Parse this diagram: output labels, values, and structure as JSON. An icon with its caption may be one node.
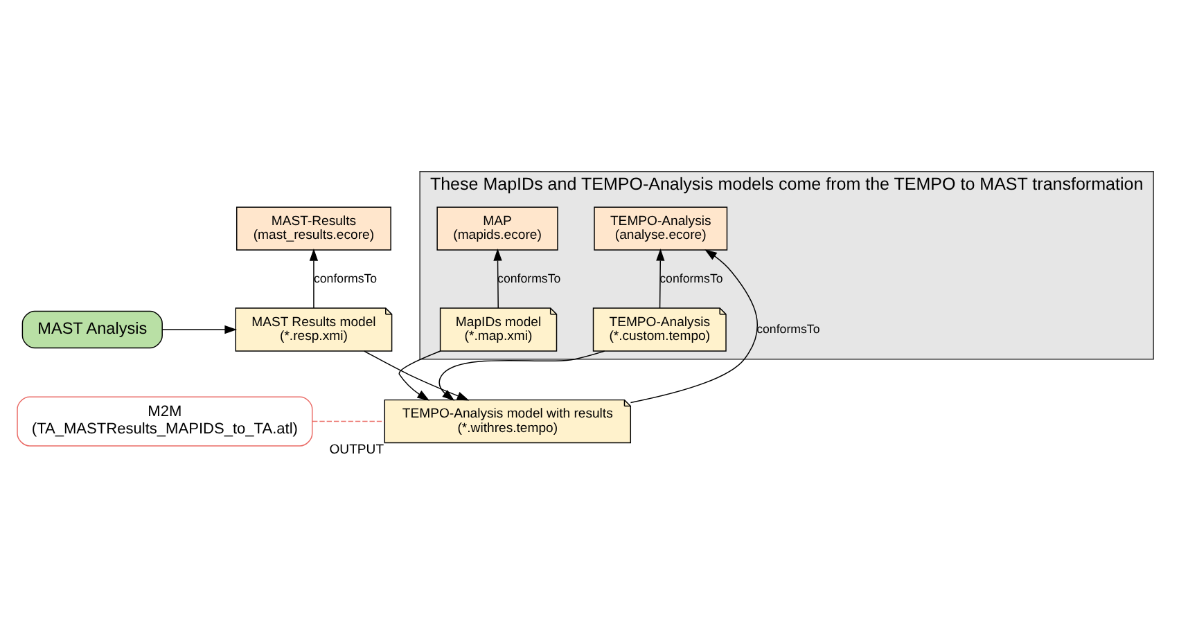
{
  "diagram": {
    "nodes": [
      {
        "text": [
          "MAST Analysis"
        ]
      },
      {
        "text": [
          "MAST-Results",
          "(mast_results.ecore)"
        ]
      },
      {
        "text": [
          "MAST Results model",
          "(*.resp.xmi)"
        ]
      },
      {
        "text": [
          "These MapIDs and TEMPO-Analysis models come from the TEMPO to MAST transformation"
        ]
      },
      {
        "text": [
          "MAP",
          "(mapids.ecore)"
        ],
        "in": 3
      },
      {
        "text": [
          "TEMPO-Analysis",
          "(analyse.ecore)"
        ],
        "in": 3
      },
      {
        "text": [
          "MapIDs model",
          "(*.map.xmi)"
        ],
        "in": 3
      },
      {
        "text": [
          "TEMPO-Analysis",
          "(*.custom.tempo)"
        ],
        "in": 3
      },
      {
        "text": [
          "M2M",
          "(TA_MASTResults_MAPIDS_to_TA.atl)"
        ]
      },
      {
        "text": [
          "TEMPO-Analysis model with results",
          "(*.withres.tempo)"
        ],
        "beside": [
          "OUTPUT"
        ]
      }
    ],
    "edges": [
      {
        "from": 0,
        "to": 2,
        "arrow": "to"
      },
      {
        "from": 2,
        "to": 1,
        "arrow": "to",
        "label": "conformsTo"
      },
      {
        "from": 6,
        "to": 4,
        "arrow": "to",
        "label": "conformsTo"
      },
      {
        "from": 7,
        "to": 5,
        "arrow": "to",
        "label": "conformsTo"
      },
      {
        "from": 2,
        "to": 9,
        "arrow": "to"
      },
      {
        "from": 6,
        "to": 9,
        "arrow": "to"
      },
      {
        "from": 7,
        "to": 9,
        "arrow": "to"
      },
      {
        "from": 8,
        "to": 9,
        "arrow": "none",
        "style": "dashed",
        "color": "#ea6b66"
      },
      {
        "from": 9,
        "to": 5,
        "arrow": "to",
        "label": "conformsTo"
      }
    ]
  }
}
